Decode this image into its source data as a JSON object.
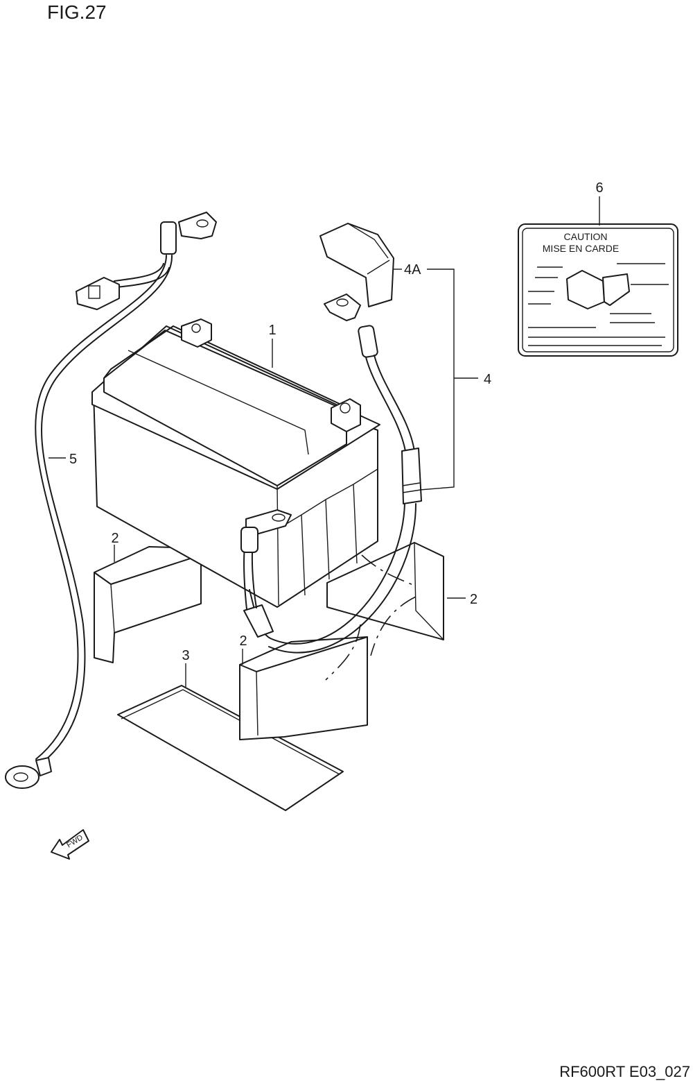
{
  "figure": {
    "title": "FIG.27",
    "code": "RF600RT E03_027"
  },
  "callouts": {
    "battery": "1",
    "tray_left": "2",
    "tray_right": "2",
    "tray_front": "2",
    "sheet": "3",
    "cable_plus": "4",
    "cap": "4A",
    "cable_minus": "5",
    "label": "6"
  },
  "caution_label": {
    "line1": "CAUTION",
    "line2": "MISE EN CARDE"
  },
  "fwd_arrow": {
    "text": "FWD"
  }
}
